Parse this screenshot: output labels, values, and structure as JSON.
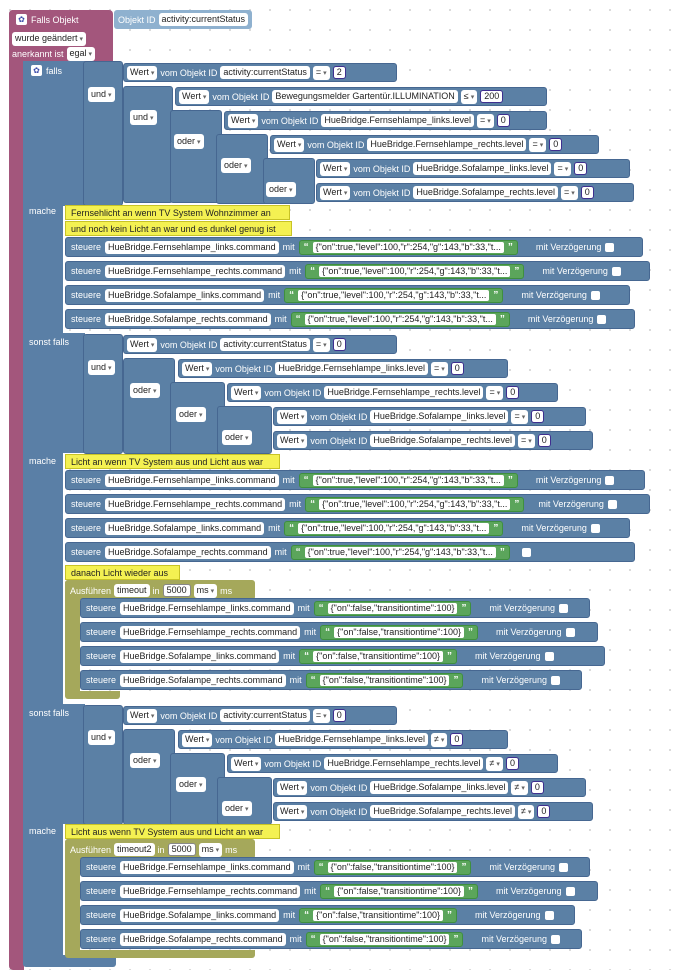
{
  "trigger": {
    "title": "Falls Objekt",
    "object_id_label": "Objekt ID",
    "object_id": "activity:currentStatus",
    "changed": "wurde geändert",
    "ack_label": "anerkannt ist",
    "ack_value": "egal",
    "gear_icon": "gear-icon"
  },
  "labels": {
    "if": "falls",
    "and": "und",
    "or": "oder",
    "do": "mache",
    "elseif": "sonst falls",
    "value": "Wert",
    "from_object": "vom Objekt ID",
    "control": "steuere",
    "with": "mit",
    "delay": "mit Verzögerung",
    "run": "Ausführen",
    "in": "in",
    "ms_unit": "ms",
    "eq": "=",
    "neq": "≠",
    "le": "≤"
  },
  "cond1": {
    "status_id": "activity:currentStatus",
    "status_val": "2",
    "motion_id": "Bewegungsmelder Gartentür.ILLUMINATION",
    "motion_val": "200",
    "lamps": [
      {
        "id": "HueBridge.Fernsehlampe_links.level",
        "val": "0"
      },
      {
        "id": "HueBridge.Fernsehlampe_rechts.level",
        "val": "0"
      },
      {
        "id": "HueBridge.Sofalampe_links.level",
        "val": "0"
      },
      {
        "id": "HueBridge.Sofalampe_rechts.level",
        "val": "0"
      }
    ]
  },
  "comments": {
    "c1a": "Fernsehlicht an wenn TV System Wohnzimmer an",
    "c1b": "und noch kein Licht an war und es dunkel genug ist",
    "c2": "Licht an wenn TV System aus und Licht aus war",
    "c3": "danach Licht wieder aus",
    "c4": "Licht aus wenn TV System aus und Licht an war"
  },
  "commands": [
    "HueBridge.Fernsehlampe_links.command",
    "HueBridge.Fernsehlampe_rechts.command",
    "HueBridge.Sofalampe_links.command",
    "HueBridge.Sofalampe_rechts.command"
  ],
  "on_value": "{\"on\":true,\"level\":100,\"r\":254,\"g\":143,\"b\":33,\"t...",
  "off_value": "{\"on\":false,\"transitiontime\":100}",
  "cond2": {
    "status_id": "activity:currentStatus",
    "status_val": "0"
  },
  "cond3": {
    "status_id": "activity:currentStatus",
    "status_val": "0"
  },
  "timer1": {
    "name": "timeout",
    "ms": "5000",
    "unit": "ms"
  },
  "timer2": {
    "name": "timeout2",
    "ms": "5000",
    "unit": "ms"
  },
  "colors": {
    "trigger": "#a3567c",
    "control": "#5a7fa6",
    "logic": "#5b80a5",
    "string": "#5ba55b",
    "comment": "#f4f152",
    "timeout": "#a5a85b"
  }
}
